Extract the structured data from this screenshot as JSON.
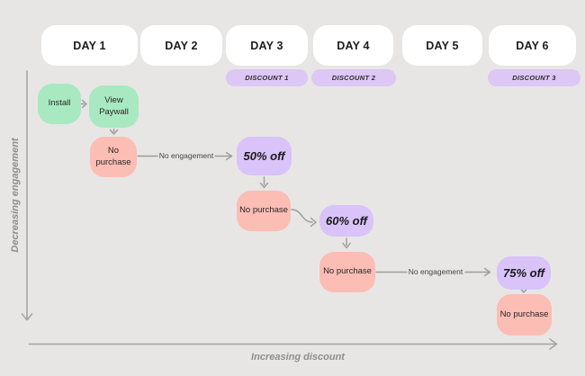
{
  "colors": {
    "background": "#e7e6e5",
    "day_pill": "#ffffff",
    "discount_tag": "#ddc7f4",
    "engagement_node": "#a9e9c1",
    "no_purchase_node": "#fcbdb4",
    "offer_node": "#d9c3f8",
    "arrow": "#9b9b9b",
    "axis_label_text": "#8f8e8c"
  },
  "timeline": {
    "days": [
      {
        "label": "DAY 1"
      },
      {
        "label": "DAY 2"
      },
      {
        "label": "DAY 3"
      },
      {
        "label": "DAY 4"
      },
      {
        "label": "DAY 5"
      },
      {
        "label": "DAY 6"
      }
    ],
    "discount_tags": [
      {
        "label": "DISCOUNT 1"
      },
      {
        "label": "DISCOUNT 2"
      },
      {
        "label": "DISCOUNT 3"
      }
    ]
  },
  "flow": {
    "nodes": {
      "install": {
        "label": "Install"
      },
      "view_paywall": {
        "label": "View Paywall"
      },
      "no_purchase_1": {
        "label": "No purchase"
      },
      "offer_50": {
        "label": "50% off"
      },
      "no_purchase_2": {
        "label": "No purchase"
      },
      "offer_60": {
        "label": "60% off"
      },
      "no_purchase_3": {
        "label": "No purchase"
      },
      "offer_75": {
        "label": "75% off"
      },
      "no_purchase_4": {
        "label": "No purchase"
      }
    },
    "edge_labels": [
      {
        "label": "No engagement"
      },
      {
        "label": "No engagement"
      }
    ]
  },
  "axes": {
    "vertical_label": "Decreasing engagement",
    "horizontal_label": "Increasing discount"
  }
}
